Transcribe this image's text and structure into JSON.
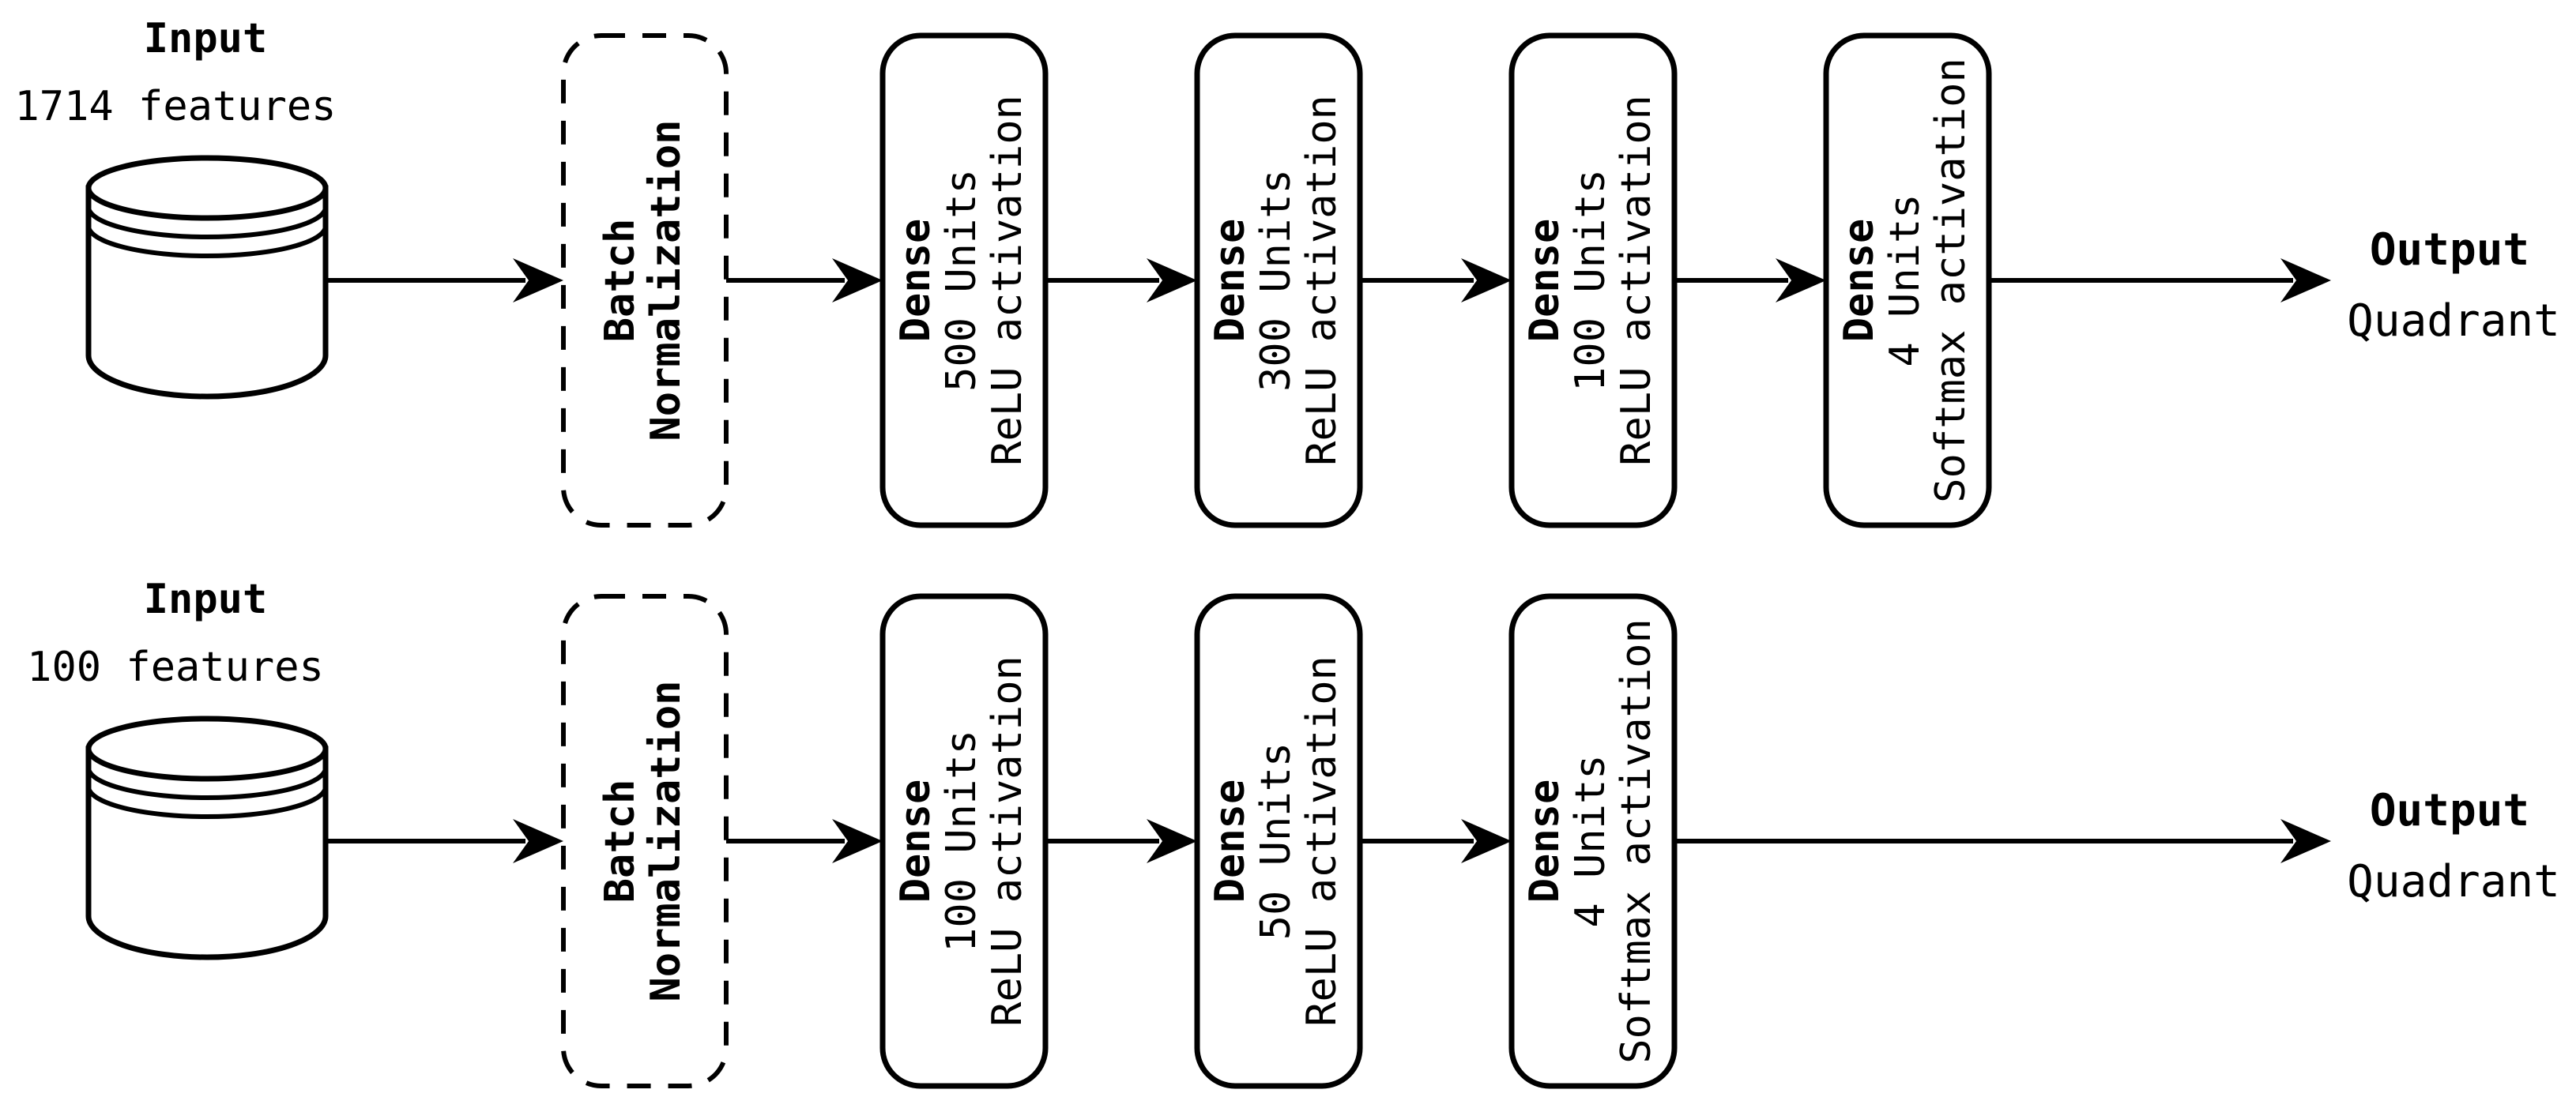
{
  "diagram": {
    "type": "neural-network-architecture-flowchart",
    "colors": {
      "ink": "#000000",
      "paper": "#ffffff"
    },
    "rows": [
      {
        "input": {
          "title": "Input",
          "features": "1714 features"
        },
        "batch_norm": {
          "line1": "Batch",
          "line2": "Normalization"
        },
        "layers": [
          {
            "name": "Dense",
            "units": "500 Units",
            "activation": "ReLU activation"
          },
          {
            "name": "Dense",
            "units": "300 Units",
            "activation": "ReLU activation"
          },
          {
            "name": "Dense",
            "units": "100 Units",
            "activation": "ReLU activation"
          },
          {
            "name": "Dense",
            "units": "4 Units",
            "activation": "Softmax activation"
          }
        ],
        "output": {
          "title": "Output",
          "value": "Quadrant"
        }
      },
      {
        "input": {
          "title": "Input",
          "features": "100 features"
        },
        "batch_norm": {
          "line1": "Batch",
          "line2": "Normalization"
        },
        "layers": [
          {
            "name": "Dense",
            "units": "100 Units",
            "activation": "ReLU activation"
          },
          {
            "name": "Dense",
            "units": "50 Units",
            "activation": "ReLU activation"
          },
          {
            "name": "Dense",
            "units": "4 Units",
            "activation": "Softmax activation"
          }
        ],
        "output": {
          "title": "Output",
          "value": "Quadrant"
        }
      }
    ]
  }
}
